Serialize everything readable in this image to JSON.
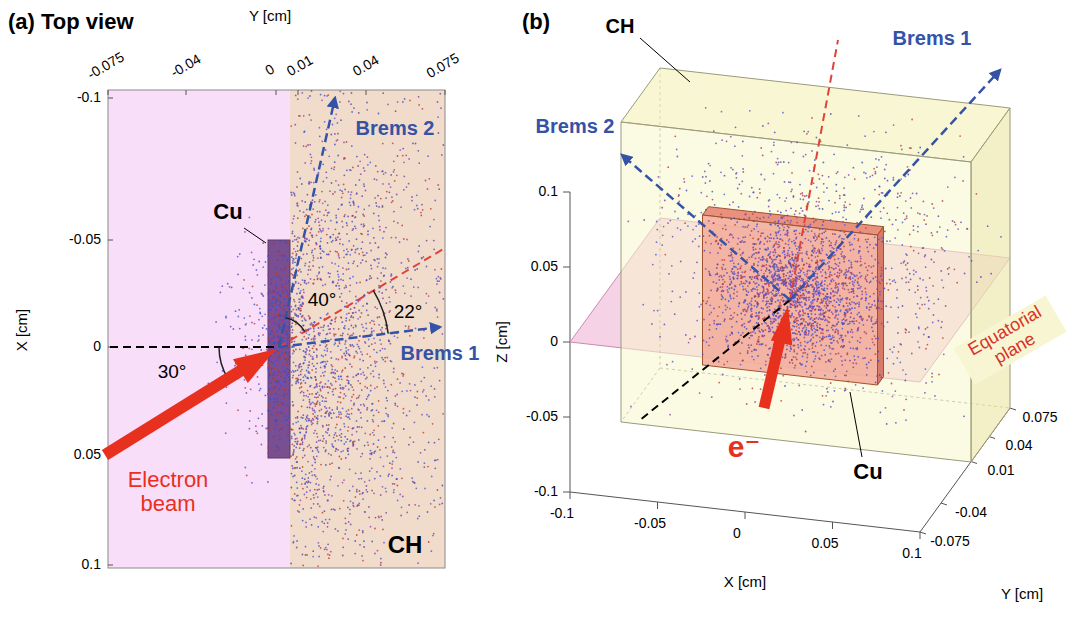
{
  "diagram": {
    "labels": [
      "(a) Top view",
      "Y [cm]",
      "-0.075",
      "-0.04",
      "0",
      "0.01",
      "0.04",
      "0.075",
      "X [cm]",
      "-0.1",
      "-0.05",
      "0",
      "0.05",
      "0.1",
      "Brems 2",
      "Cu",
      "40°",
      "22°",
      "Brems 1",
      "30°",
      "Electron beam",
      "CH",
      "(b)",
      "CH",
      "Brems 1",
      "Brems 2",
      "0.1",
      "0.05",
      "0",
      "-0.05",
      "-0.1",
      "Z [cm]",
      "Equatorial plane",
      "e⁻",
      "Cu",
      "-0.1",
      "-0.05",
      "0",
      "0.05",
      "0.1",
      "X [cm]",
      "0.075",
      "0.04",
      "0.01",
      "-0.04",
      "-0.075",
      "Y [cm]"
    ]
  }
}
